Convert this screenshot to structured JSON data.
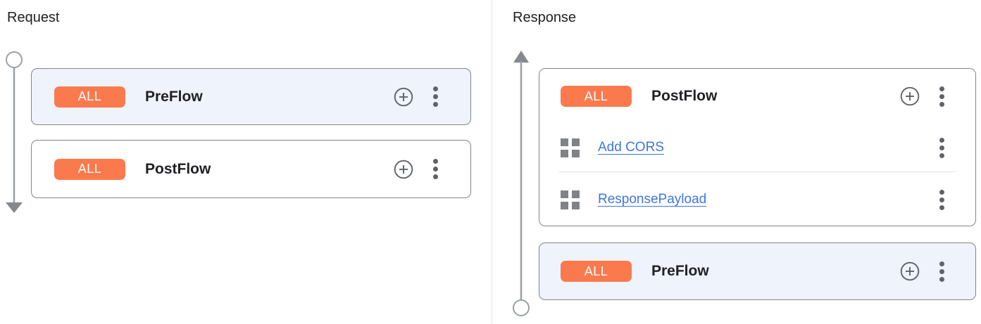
{
  "colors": {
    "badge_orange": "#fb7a4d",
    "selected_card_bg": "#eef3fc",
    "card_border": "#80868b",
    "link_blue": "#3e76e0",
    "icon_gray": "#5f6368",
    "timeline_gray": "#9aa0a6",
    "arrow_gray": "#85898d",
    "row_divider": "#e0e0e0"
  },
  "request": {
    "title": "Request",
    "flows": [
      {
        "badge": "ALL",
        "name": "PreFlow"
      },
      {
        "badge": "ALL",
        "name": "PostFlow"
      }
    ]
  },
  "response": {
    "title": "Response",
    "flows": [
      {
        "badge": "ALL",
        "name": "PostFlow",
        "policies": [
          {
            "name": "Add CORS"
          },
          {
            "name": "ResponsePayload"
          }
        ]
      },
      {
        "badge": "ALL",
        "name": "PreFlow"
      }
    ]
  }
}
